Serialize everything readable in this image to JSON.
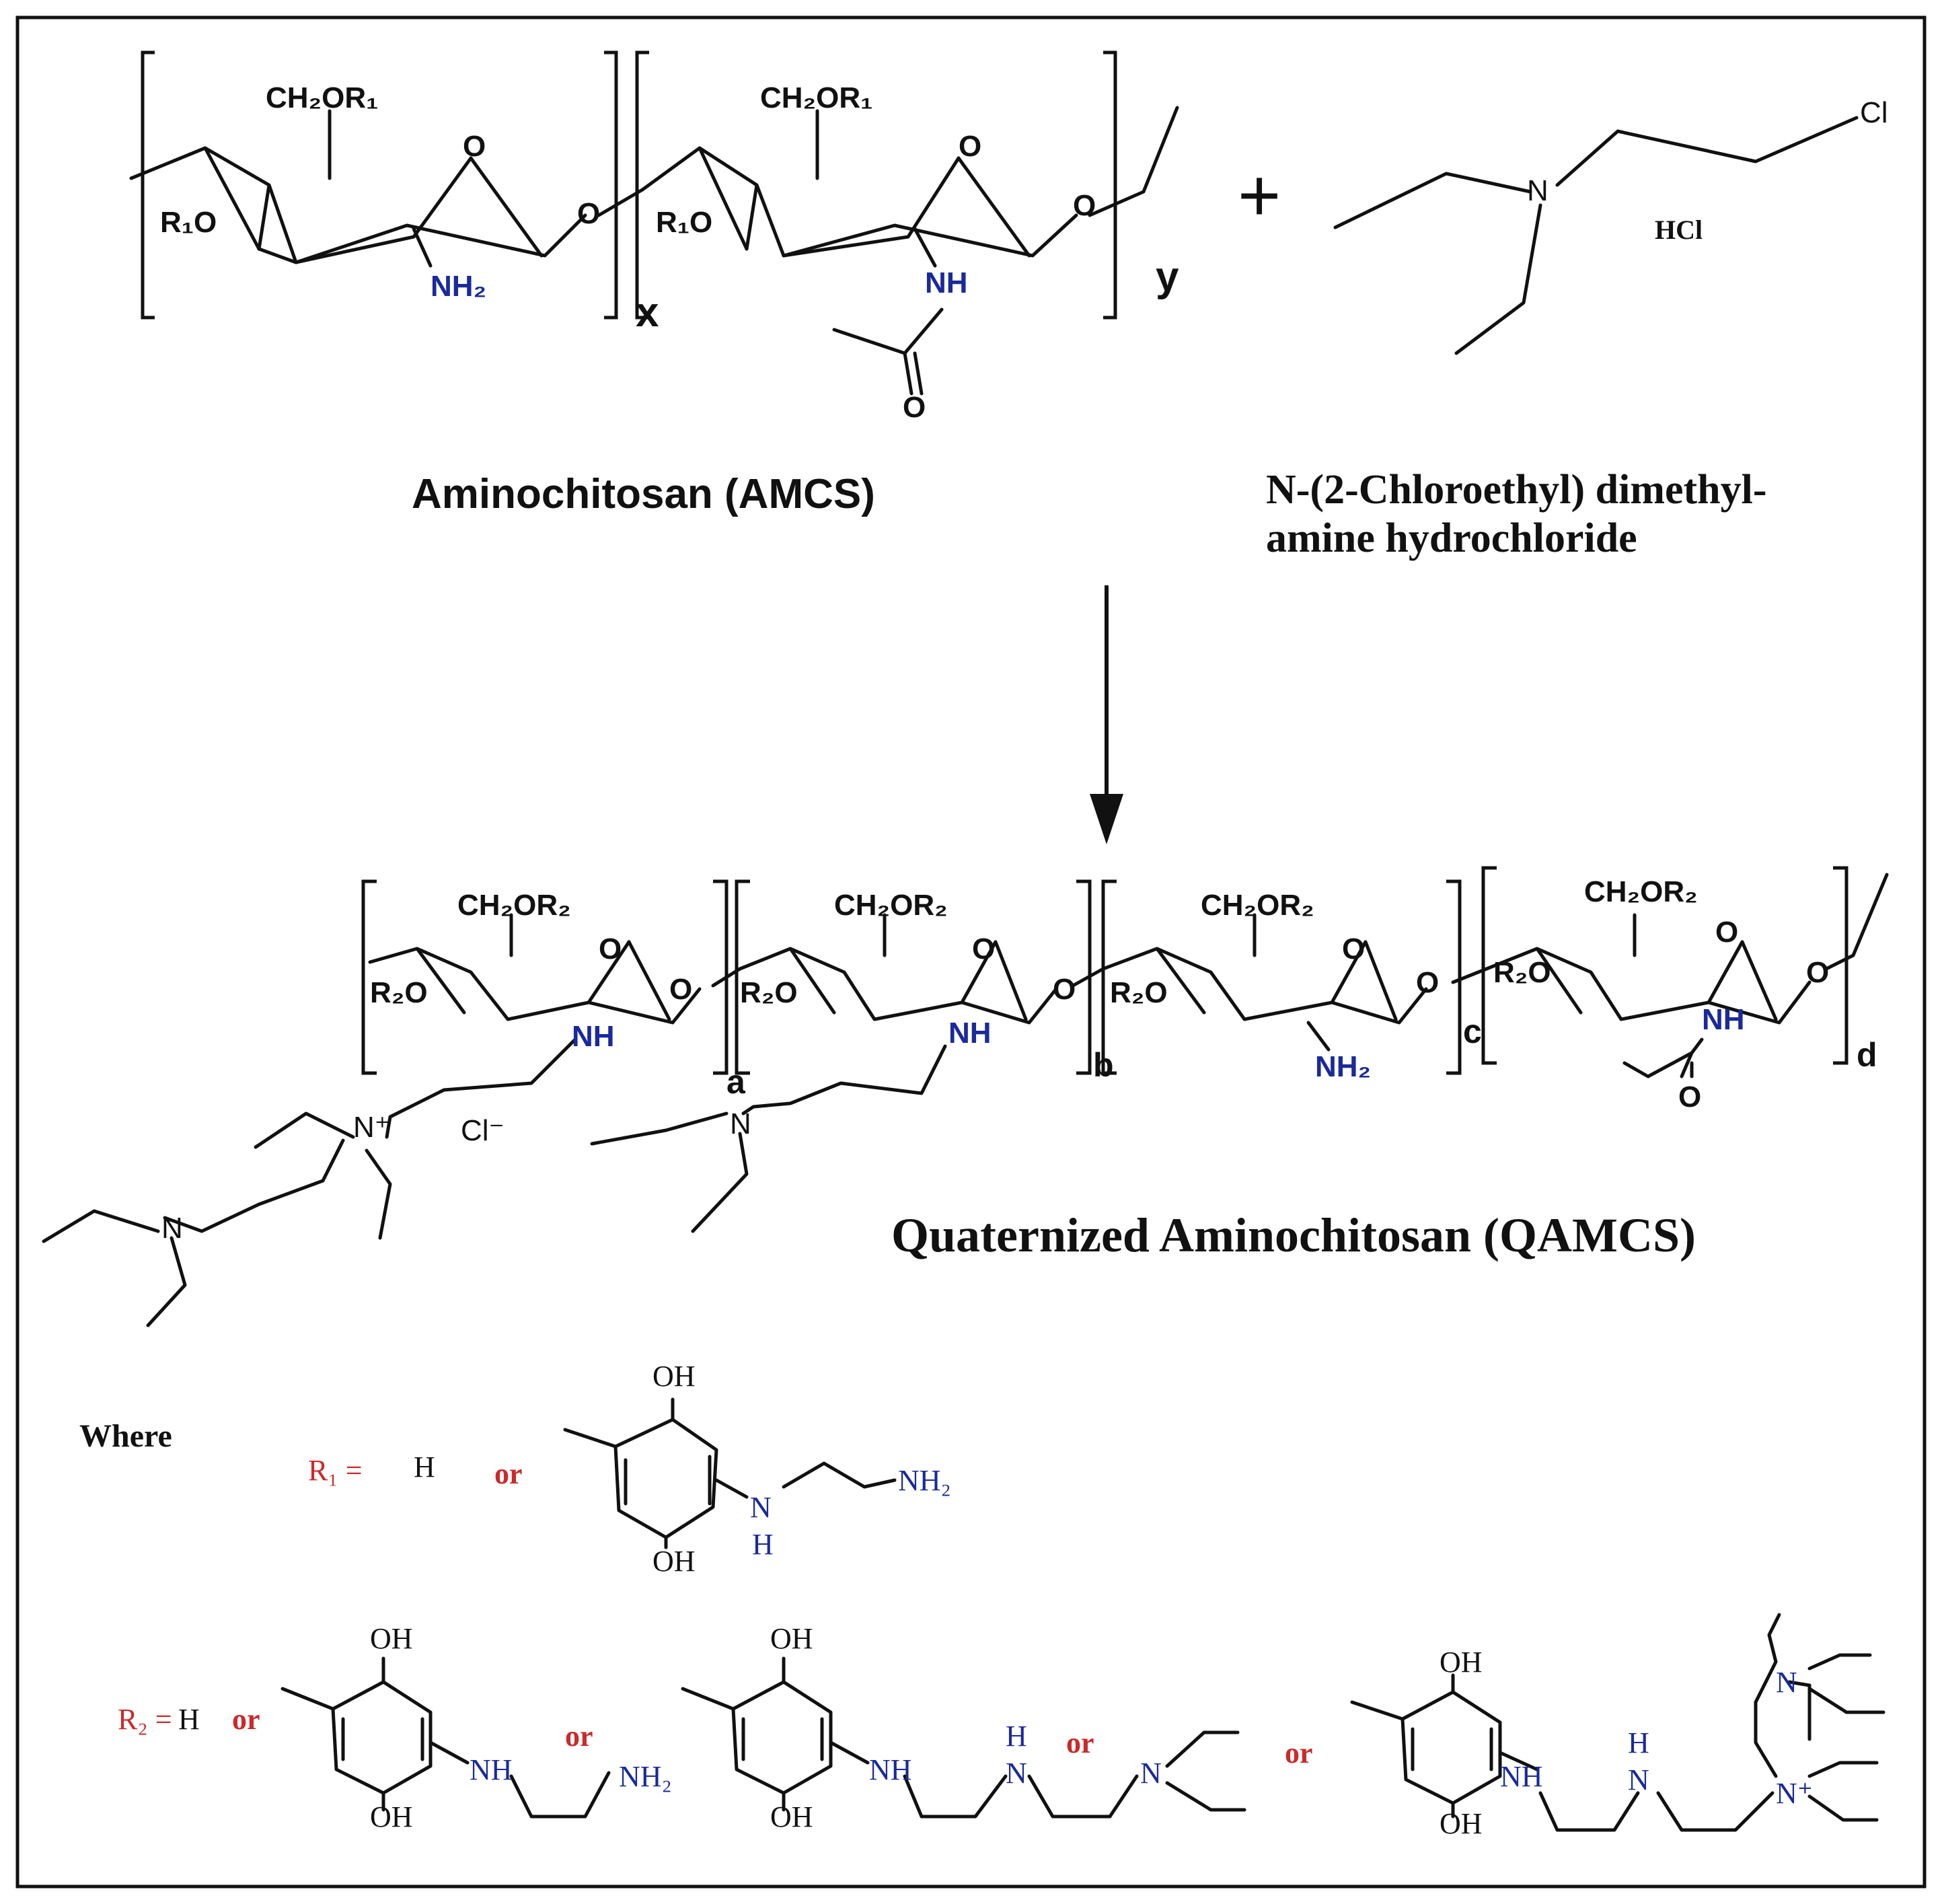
{
  "reactant1": {
    "name": "Aminochitosan (AMCS)",
    "atoms": {
      "ch2or": "CH₂OR₁",
      "ro": "R₁O",
      "ring_o": "O",
      "link_o": "O",
      "nh2": "NH₂",
      "nh": "NH",
      "carbonyl_o": "O"
    },
    "subscripts": [
      "x",
      "y"
    ]
  },
  "reactant2": {
    "name_line1": "N-(2-Chloroethyl) dimethyl-",
    "name_line2": "amine hydrochloride",
    "atoms": {
      "n": "N",
      "cl": "Cl",
      "hcl": "HCl"
    }
  },
  "plus": "+",
  "product": {
    "name": "Quaternized Aminochitosan (QAMCS)",
    "atoms": {
      "ch2or2": "CH₂OR₂",
      "r2o": "R₂O",
      "ring_o": "O",
      "link_o": "O",
      "nh": "NH",
      "nh2": "NH₂",
      "n_plus": "N⁺",
      "n": "N",
      "cl_minus": "Cl⁻",
      "carbonyl_o": "O"
    },
    "subscripts": [
      "a",
      "b",
      "c",
      "d"
    ]
  },
  "legend": {
    "where": "Where",
    "r1_label": "R₁ =",
    "r2_label": "R₂ =",
    "h": "H",
    "or": "or",
    "oh": "OH",
    "nh": "NH",
    "nh2": "NH₂",
    "n": "N",
    "n_plus": "N⁺"
  }
}
